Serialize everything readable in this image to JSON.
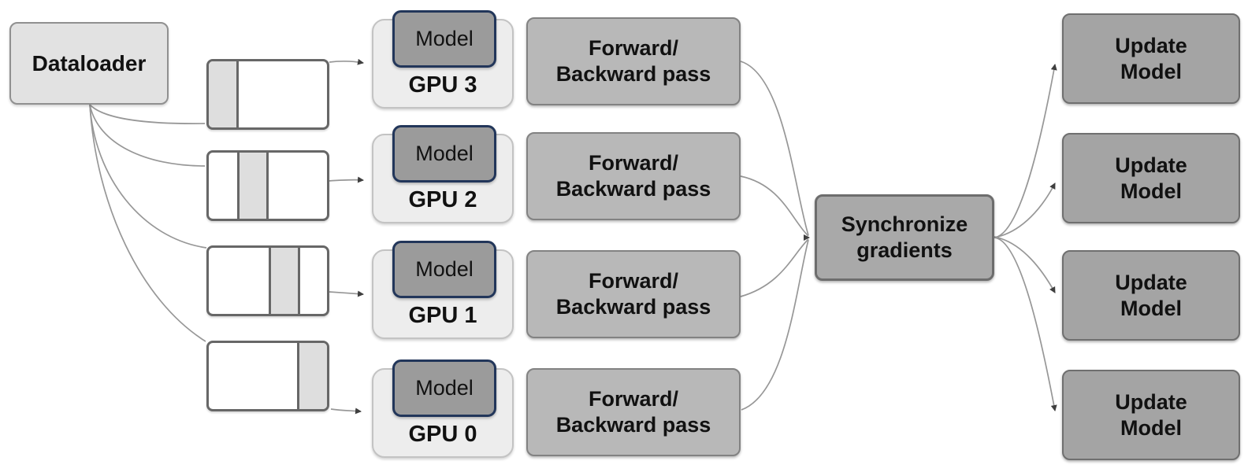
{
  "dataloader": {
    "label": "Dataloader"
  },
  "rows": [
    {
      "gpu": "GPU 3",
      "model": "Model",
      "shard_quarter": 1
    },
    {
      "gpu": "GPU 2",
      "model": "Model",
      "shard_quarter": 2
    },
    {
      "gpu": "GPU 1",
      "model": "Model",
      "shard_quarter": 3
    },
    {
      "gpu": "GPU 0",
      "model": "Model",
      "shard_quarter": 4
    }
  ],
  "forward_backward": {
    "line1": "Forward/",
    "line2": "Backward pass"
  },
  "synchronize": {
    "line1": "Synchronize",
    "line2": "gradients"
  },
  "update_model": {
    "line1": "Update",
    "line2": "Model"
  },
  "colors": {
    "background": "#ffffff",
    "dataloader_fill": "#e2e2e2",
    "shard_fill": "#ffffff",
    "shard_segment_fill": "#dedede",
    "shard_border": "#676767",
    "gpu_fill": "#ededed",
    "model_fill": "#9b9b9b",
    "model_border_accent": "#22365a",
    "forward_backward_fill": "#b8b8b8",
    "synchronize_fill": "#a9a9a9",
    "update_fill": "#a4a4a4",
    "connector_line": "#979797",
    "arrowhead": "#3f3f3f",
    "text": "#111111"
  }
}
